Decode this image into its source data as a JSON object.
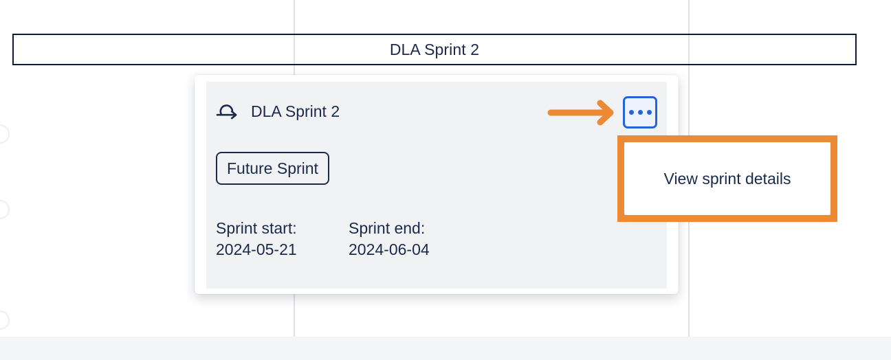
{
  "timeline": {
    "sprint_bar": {
      "label": "DLA Sprint 2"
    }
  },
  "sprint_card": {
    "icon": "sprint-loop-arrow-icon",
    "title": "DLA Sprint 2",
    "status_badge": "Future Sprint",
    "start_label": "Sprint start:",
    "start_value": "2024-05-21",
    "end_label": "Sprint end:",
    "end_value": "2024-06-04",
    "more_button": {
      "icon": "more-ellipsis-icon",
      "label": "…"
    }
  },
  "dropdown": {
    "items": [
      {
        "label": "View sprint details"
      }
    ]
  },
  "annotations": {
    "arrow": "orange-arrow-pointer",
    "highlight_box": "orange-highlight-box"
  },
  "colors": {
    "accent_orange": "#EC8B33",
    "accent_blue": "#2563D8",
    "text_navy": "#1B2A4B",
    "card_gray": "#F1F2F4",
    "grid_gray": "#DFE1E6",
    "band_gray": "#F4F5F7"
  }
}
